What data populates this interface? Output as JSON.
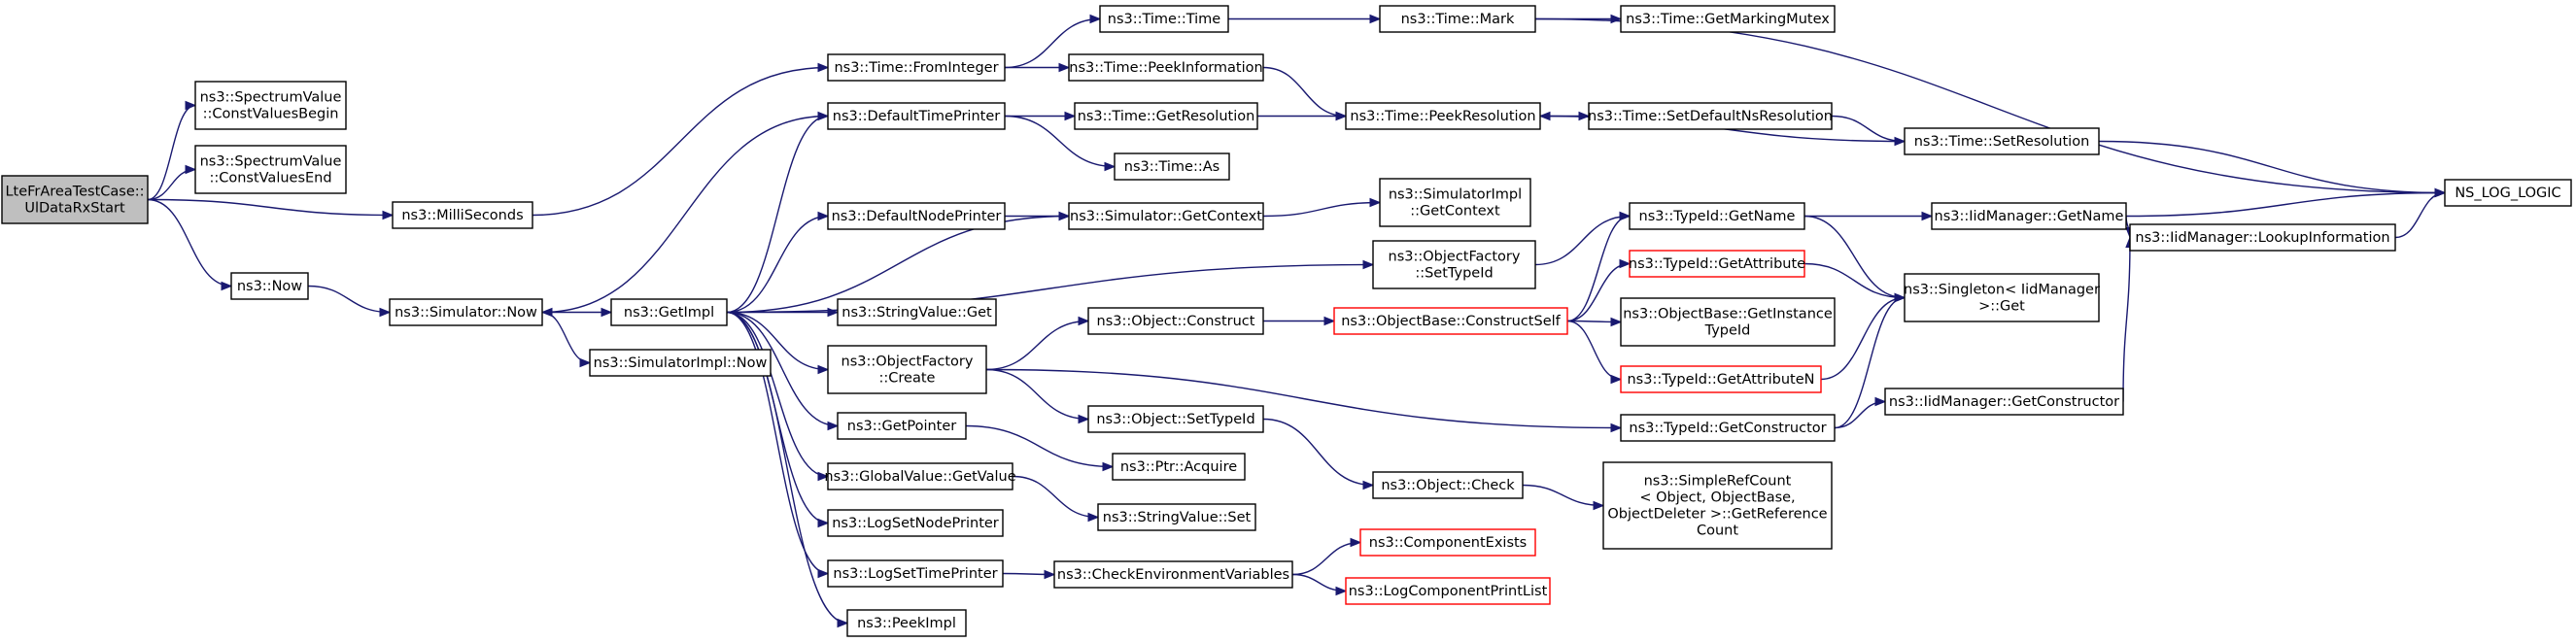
{
  "colors": {
    "edge": "#191970",
    "root_fill": "#bfbfbf",
    "border": "#000000",
    "truncated_border": "#ff0000"
  },
  "nodes": [
    {
      "id": "root",
      "lines": [
        "LteFrAreaTestCase::",
        "UlDataRxStart"
      ],
      "style": "root"
    },
    {
      "id": "svcb",
      "lines": [
        "ns3::SpectrumValue",
        "::ConstValuesBegin"
      ]
    },
    {
      "id": "svce",
      "lines": [
        "ns3::SpectrumValue",
        "::ConstValuesEnd"
      ]
    },
    {
      "id": "milli",
      "lines": [
        "ns3::MilliSeconds"
      ]
    },
    {
      "id": "now",
      "lines": [
        "ns3::Now"
      ]
    },
    {
      "id": "simnow",
      "lines": [
        "ns3::Simulator::Now"
      ]
    },
    {
      "id": "getimpl",
      "lines": [
        "ns3::GetImpl"
      ]
    },
    {
      "id": "simimplnow",
      "lines": [
        "ns3::SimulatorImpl::Now"
      ]
    },
    {
      "id": "fromint",
      "lines": [
        "ns3::Time::FromInteger"
      ]
    },
    {
      "id": "deftime",
      "lines": [
        "ns3::DefaultTimePrinter"
      ]
    },
    {
      "id": "defnode",
      "lines": [
        "ns3::DefaultNodePrinter"
      ]
    },
    {
      "id": "strget",
      "lines": [
        "ns3::StringValue::Get"
      ]
    },
    {
      "id": "ofcreate",
      "lines": [
        "ns3::ObjectFactory",
        "::Create"
      ]
    },
    {
      "id": "getptr",
      "lines": [
        "ns3::GetPointer"
      ]
    },
    {
      "id": "gvget",
      "lines": [
        "ns3::GlobalValue::GetValue"
      ]
    },
    {
      "id": "lsnp",
      "lines": [
        "ns3::LogSetNodePrinter"
      ]
    },
    {
      "id": "lstp",
      "lines": [
        "ns3::LogSetTimePrinter"
      ]
    },
    {
      "id": "peekimpl",
      "lines": [
        "ns3::PeekImpl"
      ]
    },
    {
      "id": "ttime",
      "lines": [
        "ns3::Time::Time"
      ]
    },
    {
      "id": "tpeekinfo",
      "lines": [
        "ns3::Time::PeekInformation"
      ]
    },
    {
      "id": "tgetres",
      "lines": [
        "ns3::Time::GetResolution"
      ]
    },
    {
      "id": "tas",
      "lines": [
        "ns3::Time::As"
      ]
    },
    {
      "id": "simgetctx",
      "lines": [
        "ns3::Simulator::GetContext"
      ]
    },
    {
      "id": "ofsettid",
      "lines": [
        "ns3::ObjectFactory",
        "::SetTypeId"
      ]
    },
    {
      "id": "objconstruct",
      "lines": [
        "ns3::Object::Construct"
      ]
    },
    {
      "id": "objsettid",
      "lines": [
        "ns3::Object::SetTypeId"
      ]
    },
    {
      "id": "ptracq",
      "lines": [
        "ns3::Ptr::Acquire"
      ]
    },
    {
      "id": "strset",
      "lines": [
        "ns3::StringValue::Set"
      ]
    },
    {
      "id": "checkenv",
      "lines": [
        "ns3::CheckEnvironmentVariables"
      ]
    },
    {
      "id": "tmark",
      "lines": [
        "ns3::Time::Mark"
      ]
    },
    {
      "id": "tpeekres",
      "lines": [
        "ns3::Time::PeekResolution"
      ]
    },
    {
      "id": "simimplctx",
      "lines": [
        "ns3::SimulatorImpl",
        "::GetContext"
      ]
    },
    {
      "id": "obcs",
      "lines": [
        "ns3::ObjectBase::ConstructSelf"
      ],
      "style": "red"
    },
    {
      "id": "objcheck",
      "lines": [
        "ns3::Object::Check"
      ]
    },
    {
      "id": "compexists",
      "lines": [
        "ns3::ComponentExists"
      ],
      "style": "red"
    },
    {
      "id": "logcpl",
      "lines": [
        "ns3::LogComponentPrintList"
      ],
      "style": "red"
    },
    {
      "id": "tgmm",
      "lines": [
        "ns3::Time::GetMarkingMutex"
      ]
    },
    {
      "id": "tsetdef",
      "lines": [
        "ns3::Time::SetDefaultNsResolution"
      ]
    },
    {
      "id": "tsetres",
      "lines": [
        "ns3::Time::SetResolution"
      ]
    },
    {
      "id": "tidgetname",
      "lines": [
        "ns3::TypeId::GetName"
      ]
    },
    {
      "id": "tidgetattr",
      "lines": [
        "ns3::TypeId::GetAttribute"
      ],
      "style": "red"
    },
    {
      "id": "obgit",
      "lines": [
        "ns3::ObjectBase::GetInstance",
        "TypeId"
      ]
    },
    {
      "id": "tidgetattrn",
      "lines": [
        "ns3::TypeId::GetAttributeN"
      ],
      "style": "red"
    },
    {
      "id": "tidgetctor",
      "lines": [
        "ns3::TypeId::GetConstructor"
      ]
    },
    {
      "id": "srcget",
      "lines": [
        "ns3::SimpleRefCount",
        "< Object, ObjectBase,",
        "ObjectDeleter >::GetReference",
        "Count"
      ]
    },
    {
      "id": "iidgetname",
      "lines": [
        "ns3::IidManager::GetName"
      ]
    },
    {
      "id": "singleton",
      "lines": [
        "ns3::Singleton< IidManager",
        ">::Get"
      ]
    },
    {
      "id": "iidgetctor",
      "lines": [
        "ns3::IidManager::GetConstructor"
      ]
    },
    {
      "id": "iidlookup",
      "lines": [
        "ns3::IidManager::LookupInformation"
      ]
    },
    {
      "id": "nslog",
      "lines": [
        "NS_LOG_LOGIC"
      ]
    }
  ],
  "edges": [
    [
      "root",
      "svcb"
    ],
    [
      "root",
      "svce"
    ],
    [
      "root",
      "milli"
    ],
    [
      "root",
      "now"
    ],
    [
      "milli",
      "fromint"
    ],
    [
      "now",
      "simnow"
    ],
    [
      "simnow",
      "getimpl"
    ],
    [
      "simnow",
      "simimplnow"
    ],
    [
      "getimpl",
      "deftime"
    ],
    [
      "getimpl",
      "defnode"
    ],
    [
      "getimpl",
      "strget"
    ],
    [
      "getimpl",
      "ofcreate"
    ],
    [
      "getimpl",
      "getptr"
    ],
    [
      "getimpl",
      "gvget"
    ],
    [
      "getimpl",
      "lsnp"
    ],
    [
      "getimpl",
      "lstp"
    ],
    [
      "getimpl",
      "peekimpl"
    ],
    [
      "getimpl",
      "simgetctx"
    ],
    [
      "getimpl",
      "ofsettid"
    ],
    [
      "deftime",
      "simnow"
    ],
    [
      "deftime",
      "tgetres"
    ],
    [
      "deftime",
      "tas"
    ],
    [
      "defnode",
      "simgetctx"
    ],
    [
      "simgetctx",
      "simimplctx"
    ],
    [
      "fromint",
      "ttime"
    ],
    [
      "fromint",
      "tpeekinfo"
    ],
    [
      "ttime",
      "tmark"
    ],
    [
      "tmark",
      "tgmm"
    ],
    [
      "tmark",
      "nslog"
    ],
    [
      "tpeekinfo",
      "tpeekres"
    ],
    [
      "tgetres",
      "tpeekres"
    ],
    [
      "tpeekres",
      "tsetdef"
    ],
    [
      "tsetdef",
      "tsetres"
    ],
    [
      "tsetres",
      "tpeekres"
    ],
    [
      "tsetres",
      "nslog"
    ],
    [
      "ofsettid",
      "tidgetname"
    ],
    [
      "ofcreate",
      "objconstruct"
    ],
    [
      "ofcreate",
      "objsettid"
    ],
    [
      "ofcreate",
      "tidgetctor"
    ],
    [
      "objconstruct",
      "obcs"
    ],
    [
      "obcs",
      "tidgetname"
    ],
    [
      "obcs",
      "tidgetattr"
    ],
    [
      "obcs",
      "obgit"
    ],
    [
      "obcs",
      "tidgetattrn"
    ],
    [
      "objsettid",
      "objcheck"
    ],
    [
      "objcheck",
      "srcget"
    ],
    [
      "getptr",
      "ptracq"
    ],
    [
      "gvget",
      "strset"
    ],
    [
      "lstp",
      "checkenv"
    ],
    [
      "checkenv",
      "compexists"
    ],
    [
      "checkenv",
      "logcpl"
    ],
    [
      "tidgetname",
      "iidgetname"
    ],
    [
      "tidgetname",
      "singleton"
    ],
    [
      "tidgetattr",
      "singleton"
    ],
    [
      "tidgetattrn",
      "singleton"
    ],
    [
      "tidgetctor",
      "singleton"
    ],
    [
      "tidgetctor",
      "iidgetctor"
    ],
    [
      "iidgetname",
      "nslog"
    ],
    [
      "iidgetname",
      "iidlookup"
    ],
    [
      "iidgetctor",
      "iidlookup"
    ],
    [
      "iidlookup",
      "nslog"
    ]
  ]
}
